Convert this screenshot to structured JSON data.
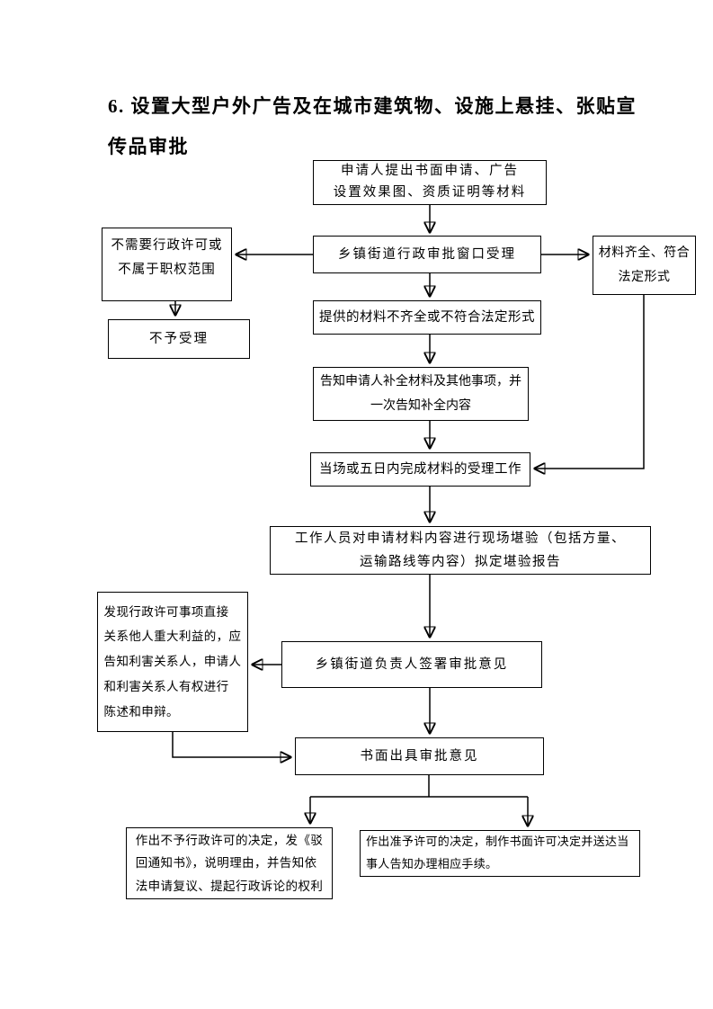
{
  "page": {
    "title": "6. 设置大型户外广告及在城市建筑物、设施上悬挂、张贴宣\n传品审批"
  },
  "flowchart": {
    "nodes": {
      "apply": {
        "text": "申请人提出书面申请、广告\n设置效果图、资质证明等材料"
      },
      "window_accept": {
        "text": "乡镇街道行政审批窗口受理"
      },
      "no_permit_needed": {
        "text": "不需要行政许可或\n不属于职权范围"
      },
      "materials_complete": {
        "text": "材料齐全、符合\n法定形式"
      },
      "not_accepted": {
        "text": "不予受理"
      },
      "materials_incomplete": {
        "text": "提供的材料不齐全或不符合法定形式"
      },
      "notify_supplement": {
        "text": "告知申请人补全材料及其他事项，并\n一次告知补全内容"
      },
      "complete_acceptance": {
        "text": "当场或五日内完成材料的受理工作"
      },
      "site_inspection": {
        "text": "工作人员对申请材料内容进行现场堪验（包括方量、\n运输路线等内容）拟定堪验报告"
      },
      "notify_stakeholders": {
        "text": "发现行政许可事项直接\n关系他人重大利益的，应\n告知利害关系人，申请人\n和利害关系人有权进行\n陈述和申辩。"
      },
      "leader_sign": {
        "text": "乡镇街道负责人签署审批意见"
      },
      "written_opinion": {
        "text": "书面出具审批意见"
      },
      "deny_decision": {
        "text": "作出不予行政许可的决定，发《驳\n回通知书》，说明理由，并告知依\n法申请复议、提起行政诉论的权利"
      },
      "approve_decision": {
        "text": "作出准予许可的决定，制作书面许可决定并送达当\n事人告知办理相应手续。"
      }
    },
    "edges": [
      {
        "from": "apply",
        "to": "window_accept"
      },
      {
        "from": "window_accept",
        "to": "no_permit_needed"
      },
      {
        "from": "window_accept",
        "to": "materials_complete"
      },
      {
        "from": "window_accept",
        "to": "materials_incomplete"
      },
      {
        "from": "no_permit_needed",
        "to": "not_accepted"
      },
      {
        "from": "materials_incomplete",
        "to": "notify_supplement"
      },
      {
        "from": "notify_supplement",
        "to": "complete_acceptance"
      },
      {
        "from": "materials_complete",
        "to": "complete_acceptance"
      },
      {
        "from": "complete_acceptance",
        "to": "site_inspection"
      },
      {
        "from": "site_inspection",
        "to": "leader_sign"
      },
      {
        "from": "leader_sign",
        "to": "notify_stakeholders"
      },
      {
        "from": "notify_stakeholders",
        "to": "written_opinion"
      },
      {
        "from": "leader_sign",
        "to": "written_opinion"
      },
      {
        "from": "written_opinion",
        "to": "deny_decision"
      },
      {
        "from": "written_opinion",
        "to": "approve_decision"
      }
    ]
  }
}
